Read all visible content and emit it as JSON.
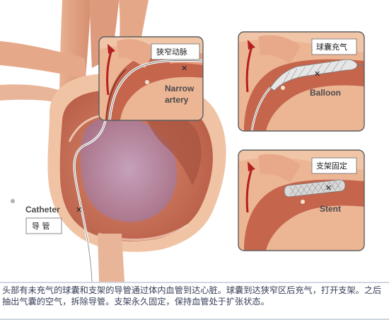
{
  "labels": {
    "narrow_cn": "狭窄动脉",
    "narrow_en_1": "Narrow",
    "narrow_en_2": "artery",
    "balloon_cn": "球囊充气",
    "balloon_en": "Balloon",
    "stent_cn": "支架固定",
    "stent_en": "Stent",
    "catheter_en": "Catheter",
    "catheter_cn": "导 管"
  },
  "caption": "头部有未充气的球囊和支架的导管通过体内血管到达心脏。球囊到达狭窄区后充气，打开支架。之后抽出气囊的空气，拆除导管。支架永久固定，保持血管处于扩张状态。",
  "colors": {
    "tissue": "#f0c3a4",
    "muscle": "#c86a4f",
    "vessel": "#e6a688",
    "chamber": "#b9889a",
    "arrow": "#b41f1f",
    "caption_text": "#39415a",
    "bottom_rule": "#9fb2c6"
  }
}
